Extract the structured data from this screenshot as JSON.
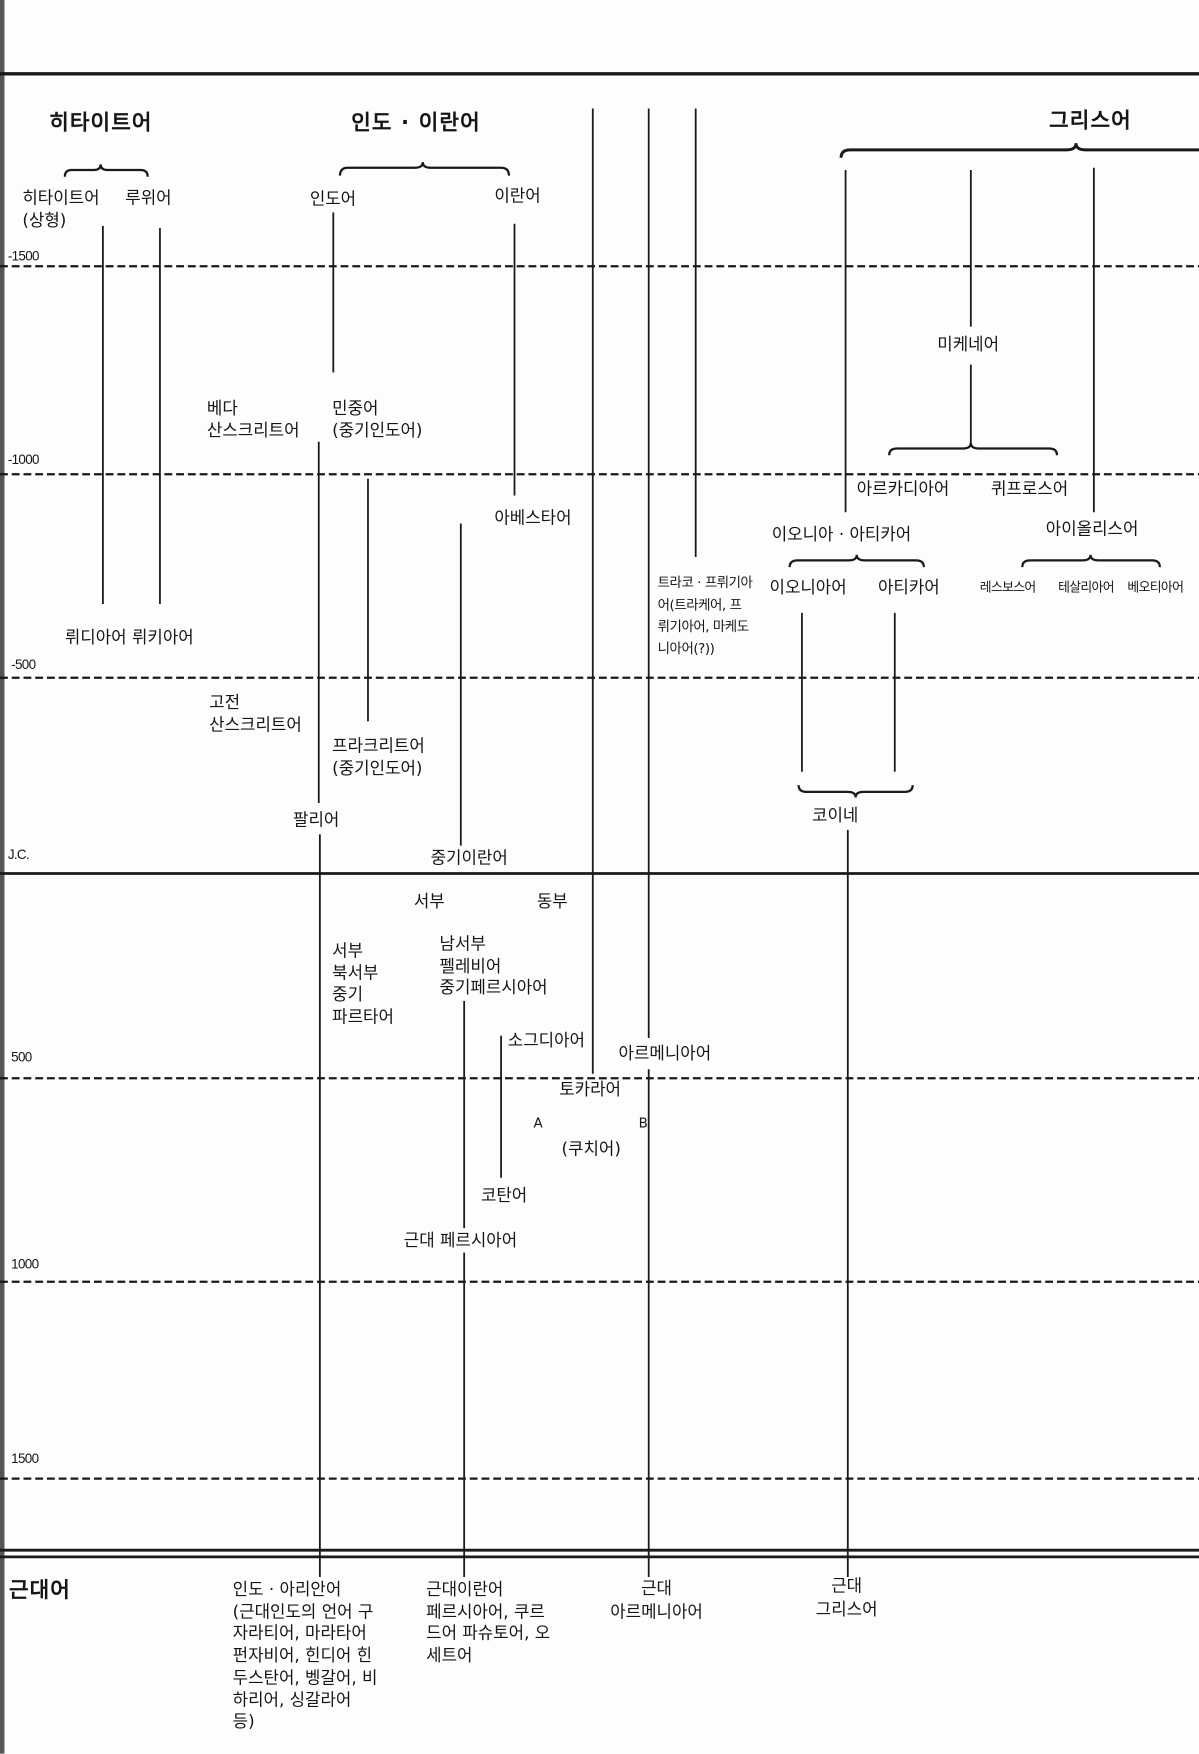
{
  "timeline": {
    "years": [
      "-1500",
      "-1000",
      "-500",
      "J.C.",
      "500",
      "1000",
      "1500"
    ],
    "modern_label": "근대어"
  },
  "hittite": {
    "title": "히타이트어",
    "hittite": [
      "히타이트어",
      "(상형)"
    ],
    "luwian": "루위어",
    "lydian_lycian": "뤼디아어 뤼키아어"
  },
  "indo_iranian": {
    "title": "인도 · 이란어",
    "indic": "인도어",
    "iranian": "이란어",
    "vedic_sanskrit": [
      "베다",
      "산스크리트어"
    ],
    "popular_speech": [
      "민중어",
      "(중기인도어)"
    ],
    "avestan": "아베스타어",
    "classical_sanskrit": [
      "고전",
      "산스크리트어"
    ],
    "prakrit": [
      "프라크리트어",
      "(중기인도어)"
    ],
    "pali": "팔리어",
    "middle_iranian": "중기이란어",
    "west": "서부",
    "east": "동부",
    "parthian": [
      "서부",
      "북서부",
      "중기",
      "파르타어"
    ],
    "pahlavi": [
      "남서부",
      "펠레비어",
      "중기페르시아어"
    ],
    "sogdian": "소그디아어",
    "khotanese": "코탄어",
    "modern_persian": "근대 페르시아어",
    "modern_indo_aryan": [
      "인도 · 아리안어",
      "(근대인도의 언어 구",
      "자라티어, 마라타어",
      "펀자비어, 힌디어 힌",
      "두스탄어, 벵갈어, 비",
      "하리어, 싱갈라어",
      "등)"
    ],
    "modern_iranian": [
      "근대이란어",
      "페르시아어, 쿠르",
      "드어 파슈토어, 오",
      "세트어"
    ]
  },
  "others": {
    "thraco_phrygian": [
      "트라코 · 프뤼기아",
      "어(트라케어, 프",
      "뤼기아어, 마케도",
      "니아어(?))"
    ],
    "armenian": "아르메니아어",
    "tocharian": "토카라어",
    "tocharian_a": "A",
    "tocharian_b": "B",
    "kuchean": "(쿠치어)",
    "modern_armenian": [
      "근대",
      "아르메니아어"
    ]
  },
  "greek": {
    "title": "그리스어",
    "mycenaean": "미케네어",
    "arcadian": "아르카디아어",
    "cypriot": "퀴프로스어",
    "ionic_attic": "이오니아 · 아티카어",
    "aeolic": "아이올리스어",
    "ionic": "이오니아어",
    "attic": "아티카어",
    "lesbian": "레스보스어",
    "thessalian": "테살리아어",
    "boeotian": "베오티아어",
    "koine": "코이네",
    "modern_greek": [
      "근대",
      "그리스어"
    ]
  }
}
